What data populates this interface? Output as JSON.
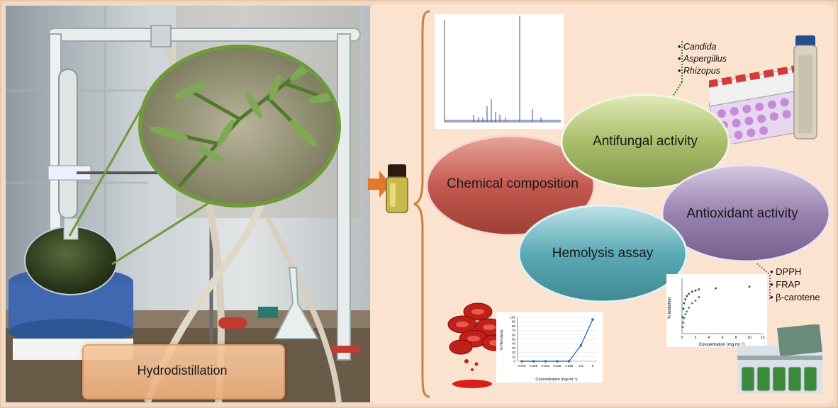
{
  "left_panel": {
    "process_label": "Hydrodistillation"
  },
  "activities": {
    "chemical": "Chemical composition",
    "antifungal": "Antifungal activity",
    "antioxidant": "Antioxidant activity",
    "hemolysis": "Hemolysis assay"
  },
  "antifungal_organisms": [
    "Candida",
    "Aspergillus",
    "Rhizopus"
  ],
  "antioxidant_assays": [
    "DPPH",
    "FRAP",
    "β-carotene"
  ],
  "hemolysis_chart": {
    "ylabel": "% Hemolysis",
    "xlabel": "Concentration (mg.ml⁻¹)",
    "yticks": [
      "0",
      "10",
      "20",
      "30",
      "40",
      "50",
      "60",
      "70",
      "80",
      "90",
      "100"
    ],
    "xticks": [
      "0.078",
      "0.156",
      "0.312",
      "0.625",
      "1.250",
      "2.5",
      "5"
    ]
  },
  "antioxidant_chart": {
    "ylabel": "% Inhibition",
    "xlabel": "Concentration (mg.ml⁻¹)",
    "xticks": [
      "0",
      "2",
      "4",
      "6",
      "8",
      "10",
      "12"
    ]
  },
  "chart_data": [
    {
      "type": "line",
      "ylabel": "% Hemolysis",
      "xlabel": "Concentration (mg.ml⁻¹)",
      "categories": [
        "0.078",
        "0.156",
        "0.312",
        "0.625",
        "1.250",
        "2.5",
        "5"
      ],
      "values": [
        0,
        0,
        0,
        0,
        0,
        36,
        95
      ],
      "ylim": [
        0,
        100
      ]
    },
    {
      "type": "scatter",
      "ylabel": "% Inhibition",
      "xlabel": "Concentration (mg.ml⁻¹)",
      "xlim": [
        0,
        12
      ],
      "series": [
        {
          "x": [
            0.1,
            0.2,
            0.3,
            0.5,
            0.7,
            1,
            1.5,
            2,
            2.5,
            5,
            10
          ],
          "y": [
            30,
            45,
            55,
            62,
            68,
            72,
            76,
            78,
            80,
            82,
            85
          ]
        },
        {
          "x": [
            0.1,
            0.2,
            0.3,
            0.5,
            0.7,
            1,
            1.5,
            2,
            2.5
          ],
          "y": [
            12,
            20,
            28,
            35,
            40,
            47,
            55,
            60,
            66
          ]
        }
      ]
    }
  ],
  "colors": {
    "chemical": "#c45a50",
    "antifungal": "#a9bd6b",
    "antioxidant": "#9a82b0",
    "hemolysis": "#5aaab5",
    "arrow": "#e07a2a",
    "brace": "#c9823e"
  }
}
